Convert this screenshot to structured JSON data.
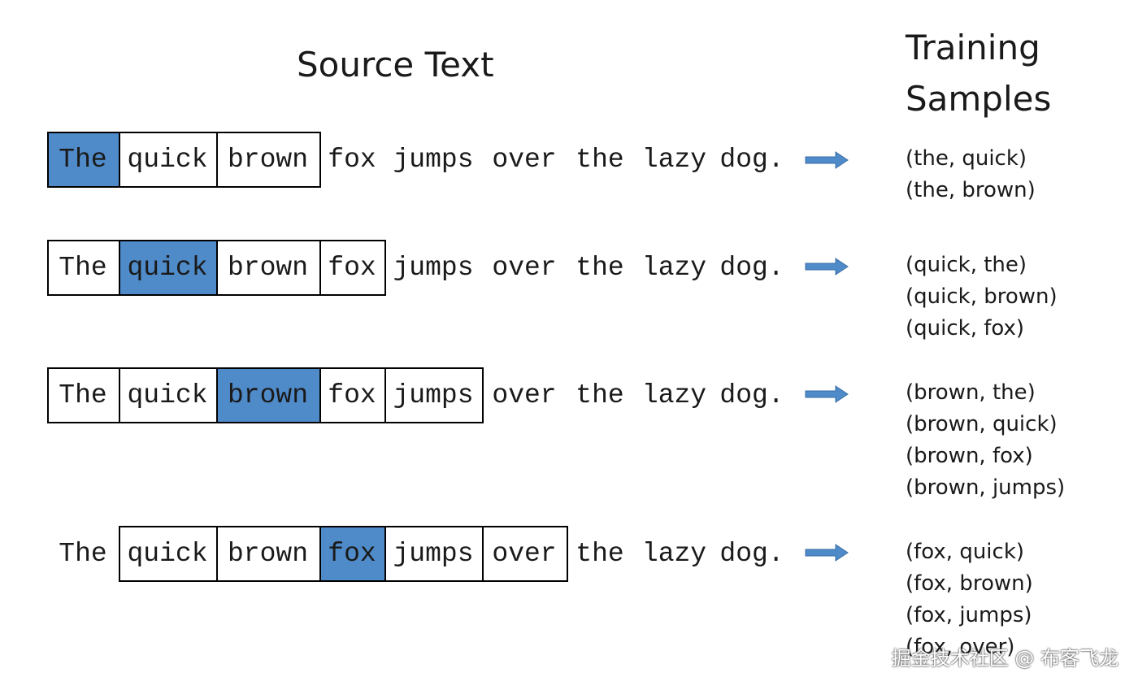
{
  "source_title": "Source Text",
  "samples_title_line1": "Training",
  "samples_title_line2": "Samples",
  "colors": {
    "highlight": "#4f8ac9",
    "arrow": "#4f8ac9"
  },
  "words": [
    "The",
    "quick",
    "brown",
    "fox",
    "jumps",
    "over",
    "the",
    "lazy",
    "dog."
  ],
  "rows": [
    {
      "center_index": 0,
      "window_indices": [
        0,
        1,
        2
      ],
      "samples": [
        "(the, quick)",
        "(the, brown)"
      ]
    },
    {
      "center_index": 1,
      "window_indices": [
        0,
        1,
        2,
        3
      ],
      "samples": [
        "(quick, the)",
        "(quick, brown)",
        "(quick, fox)"
      ]
    },
    {
      "center_index": 2,
      "window_indices": [
        0,
        1,
        2,
        3,
        4
      ],
      "samples": [
        "(brown, the)",
        "(brown, quick)",
        "(brown, fox)",
        "(brown, jumps)"
      ]
    },
    {
      "center_index": 3,
      "window_indices": [
        1,
        2,
        3,
        4,
        5
      ],
      "samples": [
        "(fox, quick)",
        "(fox, brown)",
        "(fox, jumps)",
        "(fox, over)"
      ]
    }
  ],
  "watermark": "掘金技术社区 @ 布客飞龙"
}
